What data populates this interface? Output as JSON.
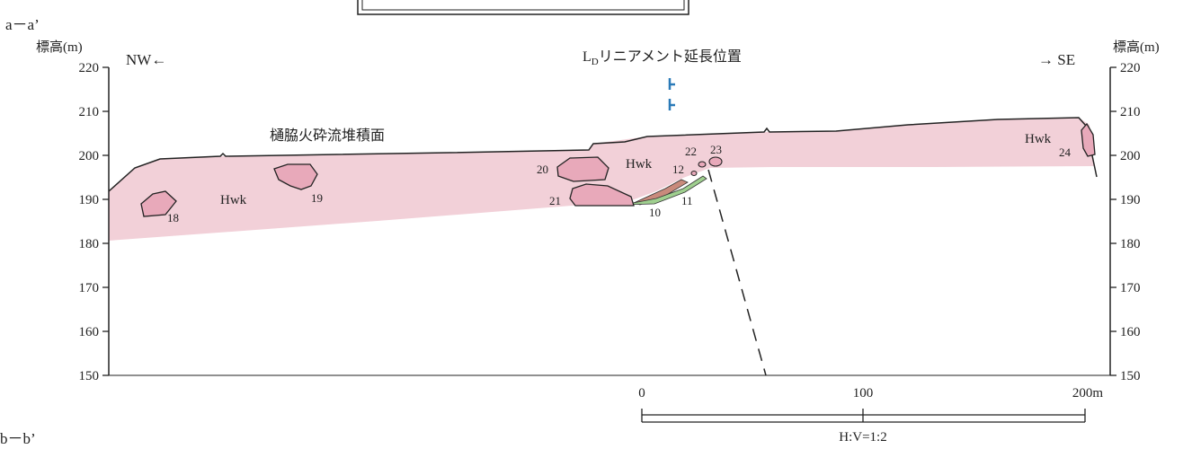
{
  "section_top": "a－a’",
  "section_bottom": "b－b’",
  "axis": {
    "left_label": "標高(m)",
    "right_label": "標高(m)",
    "ticks": [
      "220",
      "210",
      "200",
      "190",
      "180",
      "170",
      "160",
      "150"
    ]
  },
  "directions": {
    "left": "NW←",
    "right": "→ SE"
  },
  "lineament": {
    "title_main": "L",
    "title_sub": "D",
    "title_rest": "リニアメント延長位置"
  },
  "surface_label": "樋脇火砕流堆積面",
  "units": [
    "Hwk",
    "Hwk",
    "Hwk"
  ],
  "body_numbers": [
    "18",
    "19",
    "20",
    "21",
    "12",
    "22",
    "23",
    "10",
    "11",
    "24"
  ],
  "scale": {
    "ticks": [
      "0",
      "100",
      "200m"
    ],
    "ratio": "H:V=1:2"
  },
  "colors": {
    "pink_fill": "#f2d0d8",
    "body_fill": "#e8a9ba",
    "brown": "#c98a7c",
    "green": "#9fcf8f",
    "lineament_marker": "#2a7ab8"
  }
}
